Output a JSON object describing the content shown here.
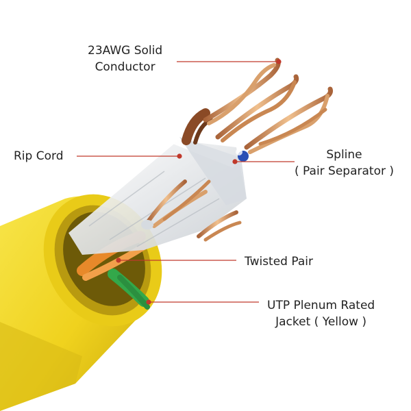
{
  "colors": {
    "jacket": "#f2d829",
    "jacket_shadow": "#c9ac0e",
    "leader_line": "#c0392b",
    "copper": "#c98752",
    "orange_pair": "#e8892a",
    "green_pair": "#33a84a",
    "brown_pair": "#8a4a26",
    "blue_pair": "#2a4fb5",
    "spline": "#e6e8ea"
  },
  "labels": {
    "solid_conductor": {
      "line1": "23AWG Solid",
      "line2": "Conductor"
    },
    "rip_cord": {
      "text": "Rip Cord"
    },
    "spline": {
      "line1": "Spline",
      "line2": "( Pair Separator )"
    },
    "twisted_pair": {
      "text": "Twisted Pair"
    },
    "jacket": {
      "line1": "UTP Plenum Rated",
      "line2": "Jacket ( Yellow )"
    }
  }
}
